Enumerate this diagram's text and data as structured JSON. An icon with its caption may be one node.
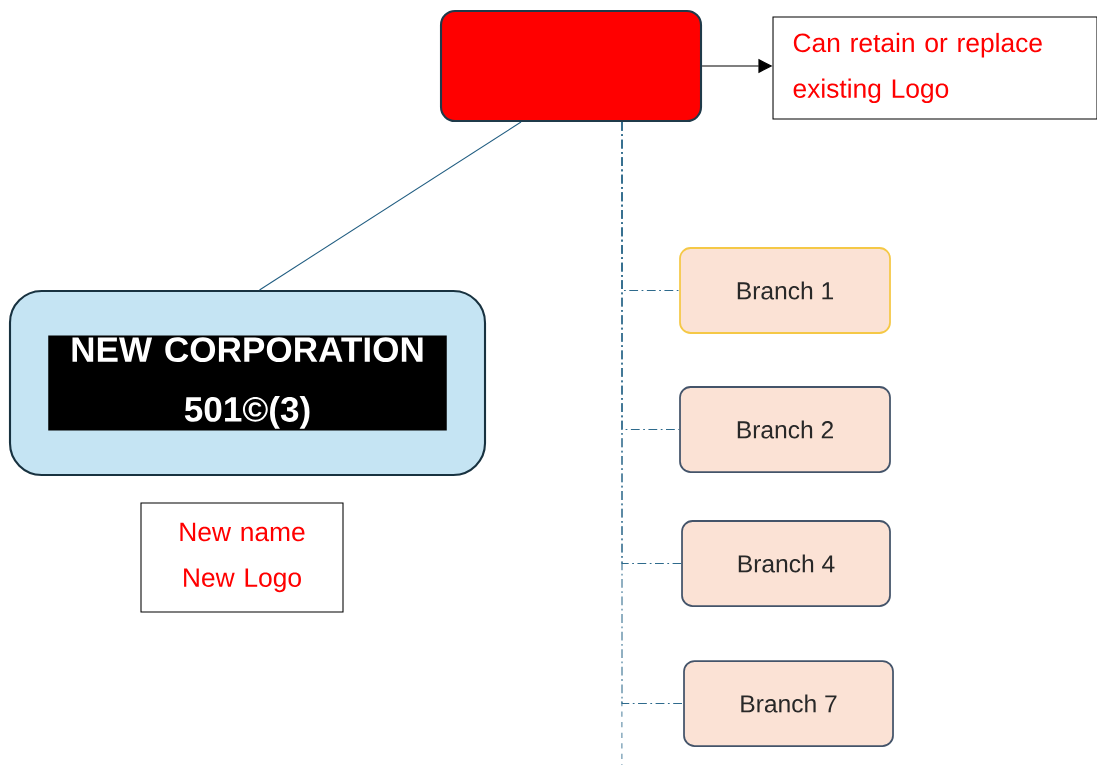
{
  "diagram": {
    "nodes": [
      {
        "text": [],
        "shape": "box"
      },
      {
        "text": [
          "Can retain or replace existing Logo"
        ]
      },
      {
        "text": [
          "NEW CORPORATION 501©(3)"
        ]
      },
      {
        "text": [
          "New name New Logo"
        ]
      },
      {
        "text": [
          "Branch 1"
        ]
      },
      {
        "text": [
          "Branch 2"
        ]
      },
      {
        "text": [
          "Branch 4"
        ]
      },
      {
        "text": [
          "Branch 7"
        ]
      }
    ],
    "edges": [
      {
        "from": 0,
        "to": 1,
        "arrow": "to",
        "color": "#000000"
      },
      {
        "from": 0,
        "to": 2,
        "arrow": "none",
        "color": "#1f5c80"
      },
      {
        "from": 0,
        "to": 4,
        "arrow": "none",
        "style": "dashed",
        "color": "#2e6a8c"
      },
      {
        "from": 0,
        "to": 5,
        "arrow": "none",
        "style": "dashed",
        "color": "#2e6a8c"
      },
      {
        "from": 0,
        "to": 6,
        "arrow": "none",
        "style": "dashed",
        "color": "#2e6a8c"
      },
      {
        "from": 0,
        "to": 7,
        "arrow": "none",
        "style": "dashed",
        "color": "#2e6a8c"
      }
    ]
  }
}
